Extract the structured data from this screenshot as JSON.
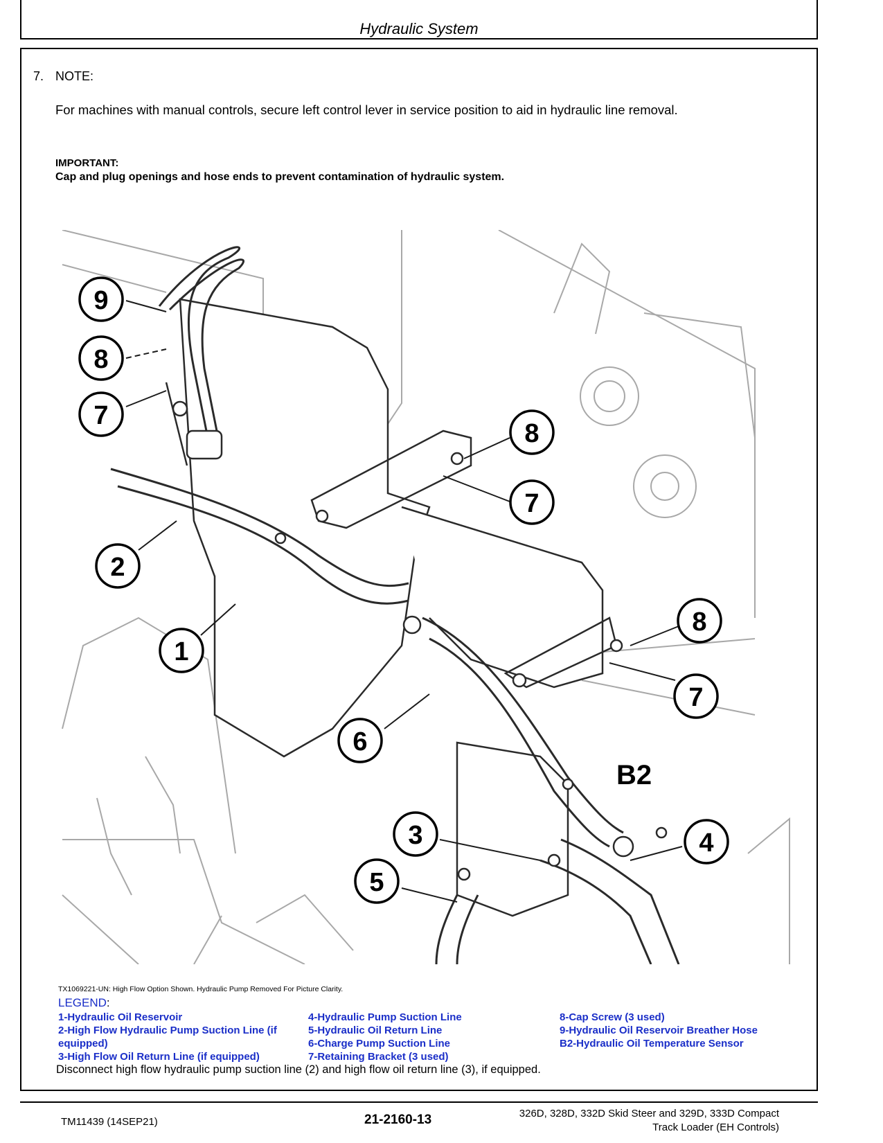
{
  "header": {
    "title": "Hydraulic System"
  },
  "step": {
    "number": "7.",
    "note_label": "NOTE:",
    "note_text": "For machines with manual controls, secure left control lever in service position to aid in hydraulic line removal.",
    "important_label": "IMPORTANT:",
    "important_text": "Cap and plug openings and hose ends to prevent contamination of hydraulic system."
  },
  "figure": {
    "callouts": [
      "9",
      "8",
      "7",
      "8",
      "7",
      "2",
      "1",
      "8",
      "7",
      "6",
      "3",
      "5",
      "4"
    ],
    "sensor_label": "B2",
    "caption": "TX1069221-UN: High Flow Option Shown. Hydraulic Pump Removed For Picture Clarity."
  },
  "legend": {
    "title": "LEGEND",
    "colon": ":",
    "col1": [
      "1-Hydraulic Oil Reservoir",
      "2-High Flow Hydraulic Pump Suction Line (if",
      "equipped)",
      "3-High Flow Oil Return Line (if equipped)"
    ],
    "col2": [
      "4-Hydraulic Pump Suction Line",
      "5-Hydraulic Oil Return Line",
      "6-Charge Pump Suction Line",
      "7-Retaining Bracket (3 used)"
    ],
    "col3": [
      "8-Cap Screw (3 used)",
      "9-Hydraulic Oil Reservoir Breather Hose",
      "B2-Hydraulic Oil Temperature Sensor"
    ]
  },
  "instruction": "Disconnect high flow hydraulic pump suction line (2) and high flow oil return line (3), if equipped.",
  "footer": {
    "doc_id": "TM11439 (14SEP21)",
    "page": "21-2160-13",
    "model_line1": "326D, 328D, 332D Skid Steer and 329D, 333D Compact",
    "model_line2": "Track Loader (EH Controls)"
  }
}
